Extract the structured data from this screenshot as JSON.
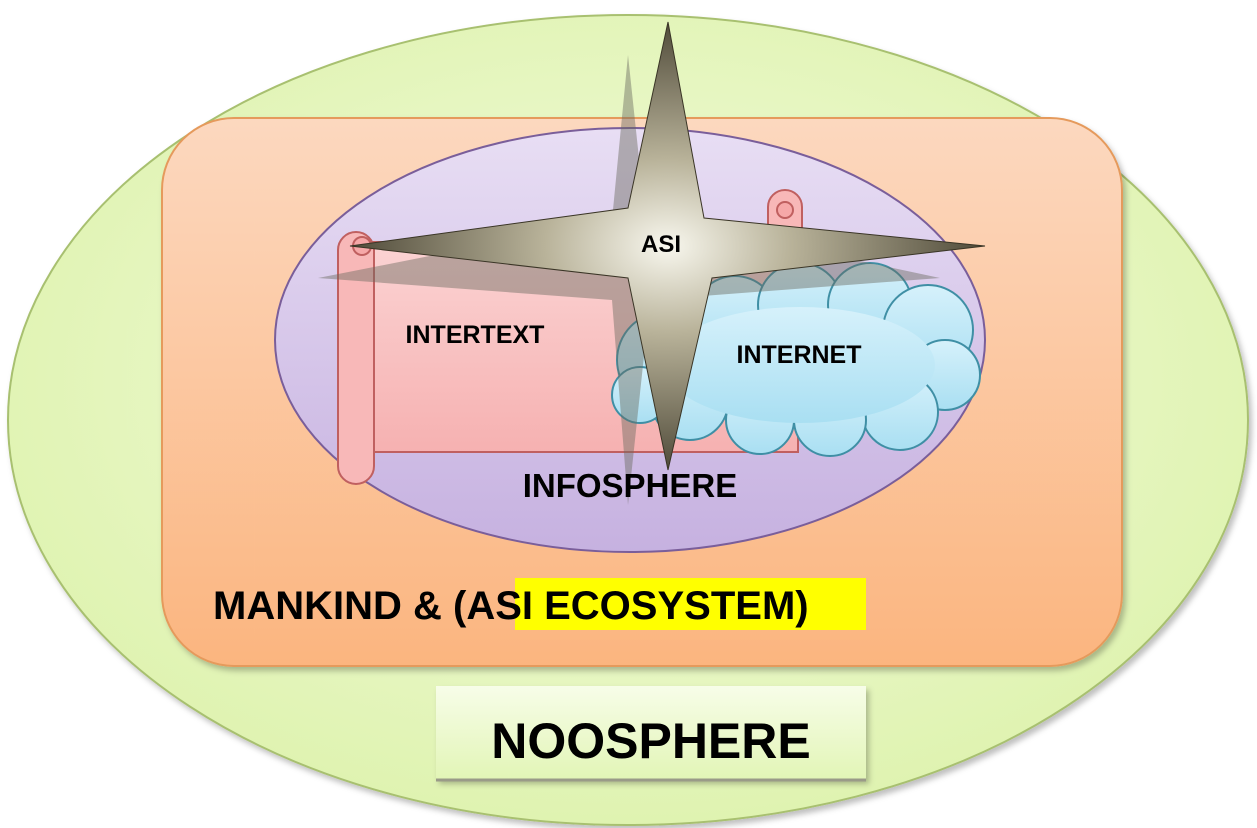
{
  "diagram": {
    "asi": "ASI",
    "intertext": "INTERTEXT",
    "internet": "INTERNET",
    "infosphere": "INFOSPHERE",
    "mankind_prefix": "MANKIND & (",
    "asi_ecosystem": "ASI ECOSYSTEM",
    "mankind_suffix": ")",
    "noosphere": "NOOSPHERE"
  },
  "colors": {
    "noosphere_fill": "#e9f8c4",
    "noosphere_stroke": "#a8c070",
    "mankind_fill": "#fbc7a0",
    "mankind_stroke": "#e59a5c",
    "infosphere_fill": "#d6c6ea",
    "infosphere_stroke": "#7a5e9a",
    "intertext_fill": "#f9c2c2",
    "intertext_stroke": "#c06060",
    "internet_fill": "#bfe7f5",
    "internet_stroke": "#3f8fa5",
    "star_dark": "#4a4534",
    "star_light": "#f3f1e6",
    "highlight": "#ffff00"
  },
  "icons": [
    "four-point-star-icon",
    "cloud-icon",
    "scroll-icon"
  ]
}
